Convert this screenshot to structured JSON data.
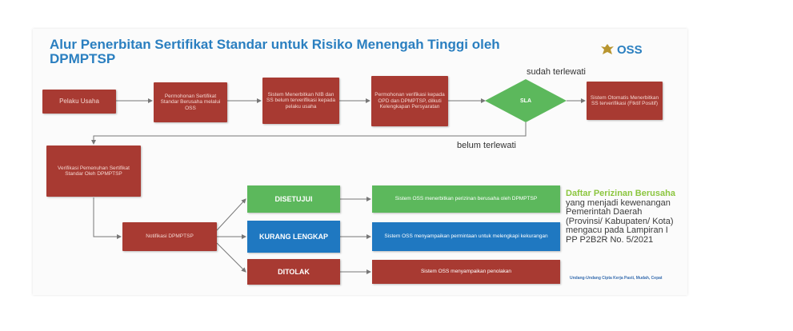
{
  "title": "Alur Penerbitan Sertifikat Standar untuk Risiko Menengah Tinggi oleh DPMPTSP",
  "logo": {
    "text": "OSS"
  },
  "nodes": {
    "pelaku": "Pelaku Usaha",
    "permohonan1": "Permohonan Sertifikat Standar Berusaha melalui OSS",
    "sistem1": "Sistem Menerbitkan NIB dan SS belum terverifikasi kepada pelaku usaha",
    "permohonan2": "Permohonan verifikasi kepada OPD dan DPMPTSP, dilkuti Kelengkapan Persyaratan",
    "sla": "SLA",
    "sistem2": "Sistem Otomatis Menerbitkan SS terverifikasi (Ftktif Positif)",
    "verifikasi": "Verifikasi Pemenuhan Sertifikat Standar Oleh DPMPTSP",
    "notifikasi": "Notifikasi DPMPTSP",
    "disetujui": "DISETUJUI",
    "kurang": "KURANG LENGKAP",
    "ditolak": "DITOLAK",
    "out_disetujui": "Sistem OSS menerbitkan perizinan berusaha oleh DPMPTSP",
    "out_kurang": "Sistem OSS menyampaikan permintaan untuk melengkapi kekurangan",
    "out_ditolak": "Sistem OSS menyampaikan penolakan"
  },
  "labels": {
    "sudah": "sudah terlewati",
    "belum": "belum terlewati"
  },
  "note": {
    "highlight": "Daftar Perizinan Berusaha",
    "rest": " yang menjadi kewenangan Pemerintah Daerah (Provinsi/ Kabupaten/ Kota) mengacu pada Lampiran I PP P2B2R No. 5/2021"
  },
  "footer": "Undang-Undang Cipta Kerja Pasti, Mudah, Cepat",
  "colors": {
    "title": "#2a7fc0",
    "box": "#a83a32",
    "decision": "#5cb85c",
    "approved": "#5cb85c",
    "incomplete": "#1f78c1",
    "rejected": "#a83a32",
    "highlight": "#8cc63f"
  }
}
